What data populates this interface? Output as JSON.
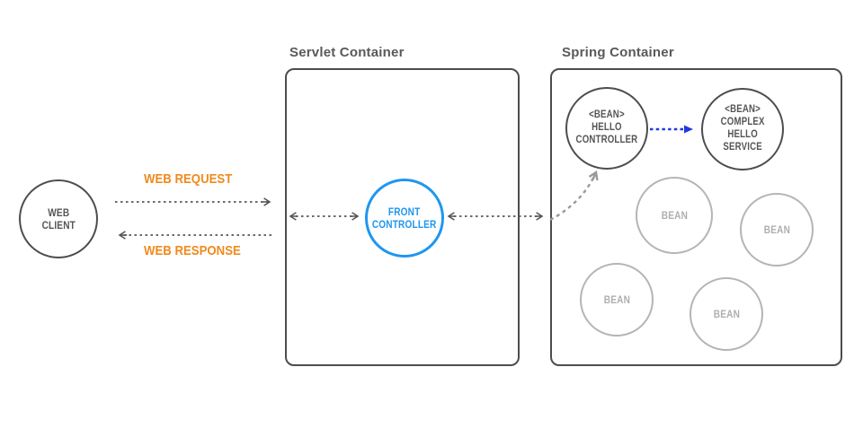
{
  "labels": {
    "web_request": "WEB REQUEST",
    "web_response": "WEB RESPONSE"
  },
  "containers": {
    "servlet": {
      "title": "Servlet Container"
    },
    "spring": {
      "title": "Spring Container"
    }
  },
  "nodes": {
    "web_client": {
      "label": "WEB\nCLIENT"
    },
    "front_controller": {
      "label": "FRONT\nCONTROLLER"
    },
    "hello_controller": {
      "label": "<BEAN>\nHELLO\nCONTROLLER"
    },
    "complex_hello_service": {
      "label": "<BEAN>\nCOMPLEX\nHELLO\nSERVICE"
    },
    "bean_1": {
      "label": "BEAN"
    },
    "bean_2": {
      "label": "BEAN"
    },
    "bean_3": {
      "label": "BEAN"
    },
    "bean_4": {
      "label": "BEAN"
    }
  },
  "icons": {
    "arrowhead_gray": "open-chevron-arrowhead",
    "arrowhead_blue": "filled-triangle-arrowhead"
  },
  "colors": {
    "outline_dark": "#4d4d4f",
    "title_gray": "#58595b",
    "arrow_gray": "#555555",
    "curve_gray": "#9a9a9a",
    "bean_gray": "#b5b5b5",
    "accent_orange": "#f08a1d",
    "front_controller_blue": "#1e96f0",
    "wiring_blue": "#2138e0"
  }
}
